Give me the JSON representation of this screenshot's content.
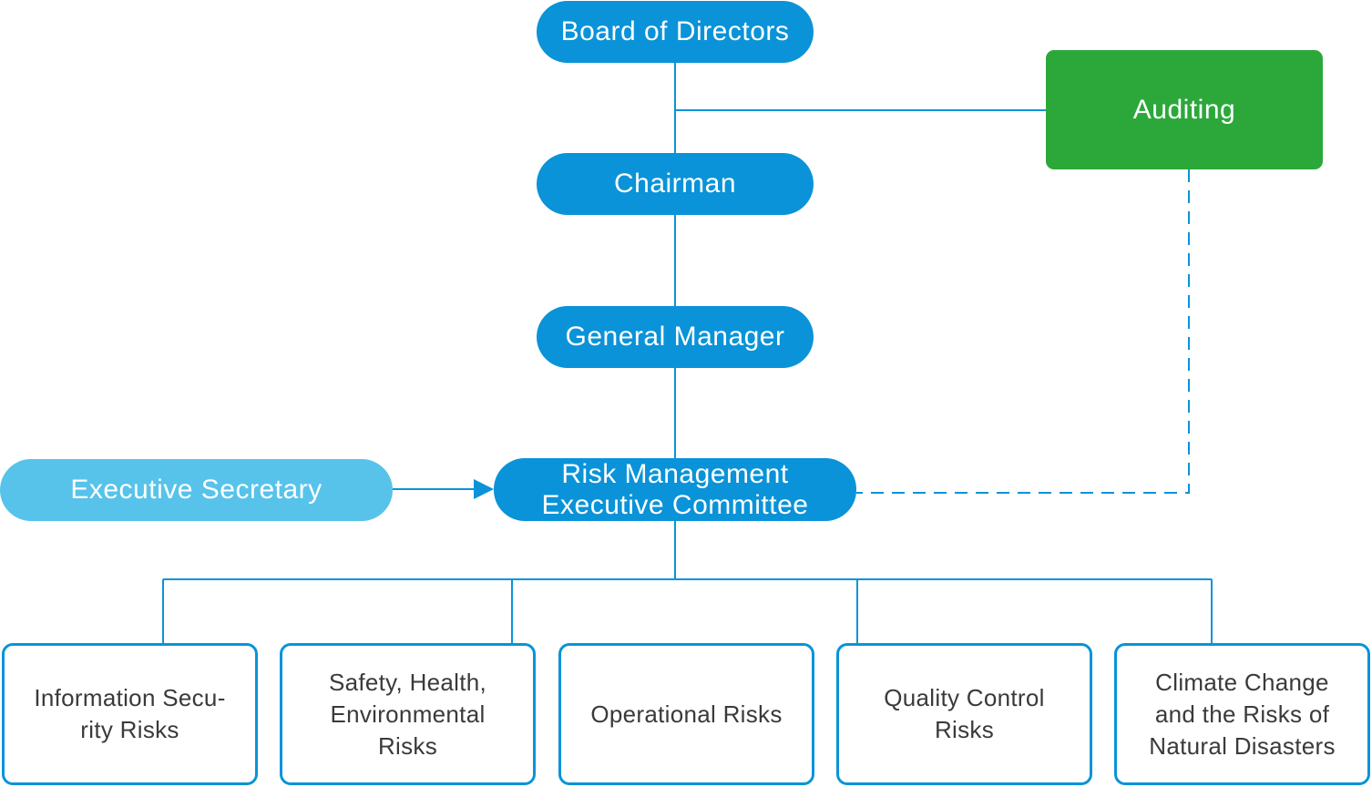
{
  "nodes": {
    "board": "Board of Directors",
    "chairman": "Chairman",
    "general_manager": "General Manager",
    "auditing": "Auditing",
    "executive_secretary": "Executive Secretary",
    "risk_committee": "Risk Management\nExecutive Committee"
  },
  "risk_categories": [
    "Information Secu-\nrity Risks",
    "Safety, Health,\nEnvironmental\nRisks",
    "Operational Risks",
    "Quality Control\nRisks",
    "Climate Change\nand the Risks of\nNatural Disasters"
  ],
  "colors": {
    "primary": "#0a93d8",
    "light": "#57c3ea",
    "audit": "#2ca83b",
    "text_dark": "#3a3a3a",
    "background": "#ffffff"
  }
}
